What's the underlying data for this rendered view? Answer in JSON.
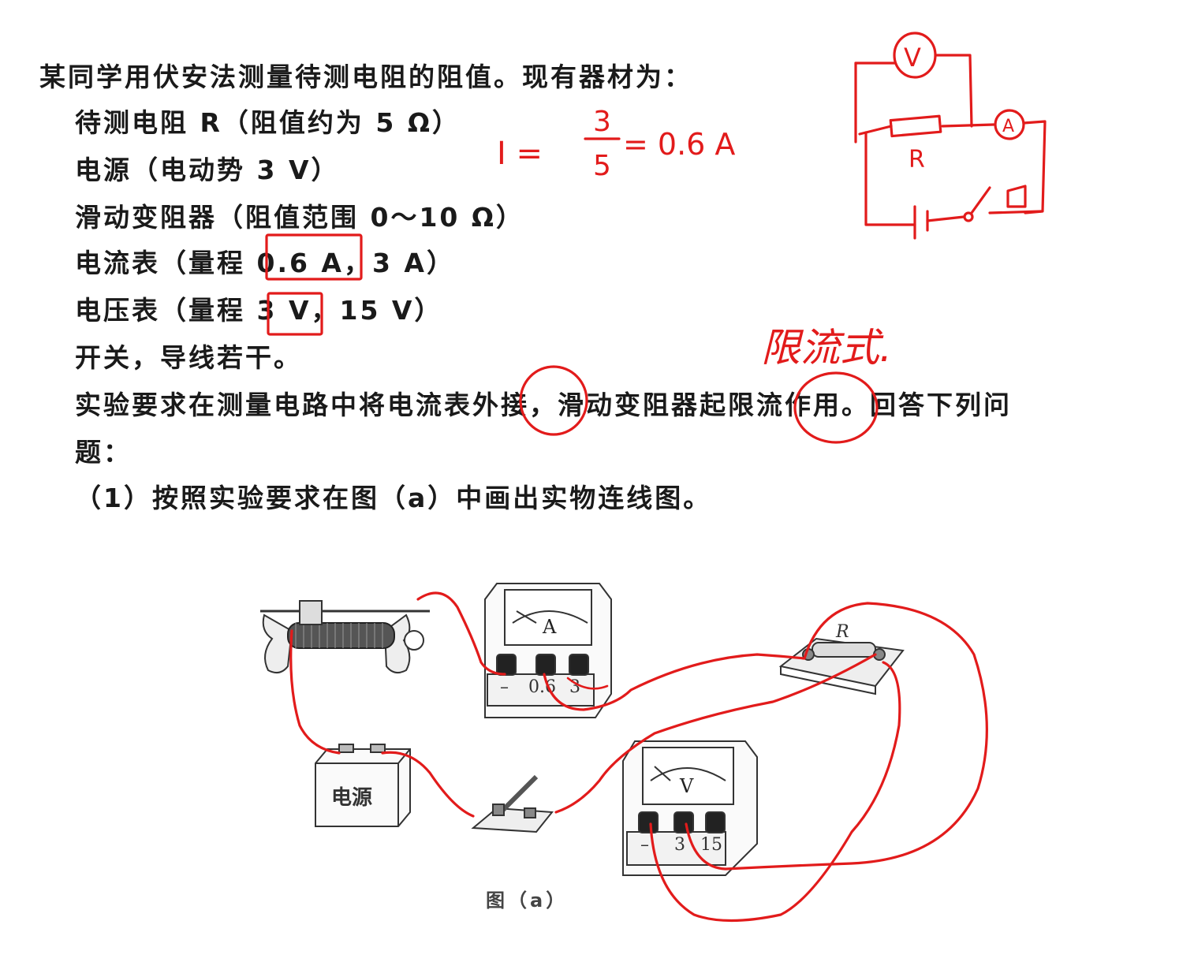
{
  "problem": {
    "intro": "某同学用伏安法测量待测电阻的阻值。现有器材为：",
    "items": [
      "待测电阻 R（阻值约为 5 Ω）",
      "电源（电动势 3 V）",
      "滑动变阻器（阻值范围 0～10 Ω）",
      "电流表（量程 0.6 A，3 A）",
      "电压表（量程 3 V，15 V）",
      "开关，导线若干。"
    ],
    "requirement_line1": "实验要求在测量电路中将电流表外接，滑动变阻器起限流作用。回答下列问",
    "requirement_line2": "题：",
    "question1": "（1）按照实验要求在图（a）中画出实物连线图。"
  },
  "figure": {
    "caption": "图（a）",
    "battery_label": "电源",
    "ammeter_symbol": "A",
    "ammeter_terminals": [
      "–",
      "0.6",
      "3"
    ],
    "voltmeter_symbol": "V",
    "voltmeter_terminals": [
      "–",
      "3",
      "15"
    ],
    "resistor_label": "R"
  },
  "handwriting": {
    "formula_lhs": "I =",
    "formula_num": "3",
    "formula_den": "5",
    "formula_rhs": "= 0.6 A",
    "note": "限流式.",
    "sketch_v": "V",
    "sketch_a": "A",
    "sketch_r": "R"
  },
  "colors": {
    "ink": "#e21b1b",
    "text": "#1a1a1a"
  }
}
